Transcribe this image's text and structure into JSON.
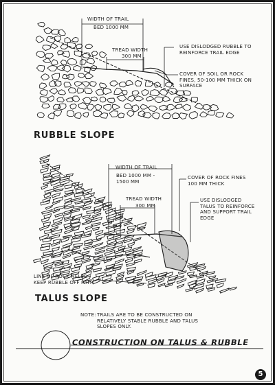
{
  "rubble": {
    "width_of_trail": "WIDTH OF TRAIL",
    "bed_width": "BED 1000 mm",
    "tread_width": "TREAD WIDTH",
    "tread_value": "300 mm",
    "note_dislodged": "USE DISLODGED RUBBLE TO REINFORCE TRAIL EDGE",
    "note_cover": "COVER OF SOIL OR ROCK FINES, 50-100 mm THICK ON SURFACE",
    "heading": "RUBBLE SLOPE"
  },
  "talus": {
    "width_of_trail": "WIDTH OF TRAIL",
    "bed_width": "BED 1000 mm -\n1500 mm",
    "tread_width": "TREAD WIDTH",
    "tread_value": "300 mm",
    "note_cover": "COVER OF ROCK FINES\n100 mm THICK",
    "note_dislodged": "USE DISLODGED\nTALUS TO REINFORCE\nAND SUPPORT TRAIL\nEDGE",
    "note_line": "LINE OF ROCK HELPS\nKEEP RUBBLE OFF PATH",
    "heading": "TALUS SLOPE"
  },
  "note": {
    "label": "NOTE:",
    "text": "TRAILS ARE TO BE CONSTRUCTED ON\nRELATIVELY STABLE RUBBLE AND TALUS\nSLOPES ONLY."
  },
  "footer": {
    "title": "CONSTRUCTION ON TALUS & RUBBLE",
    "page_number": "5"
  }
}
